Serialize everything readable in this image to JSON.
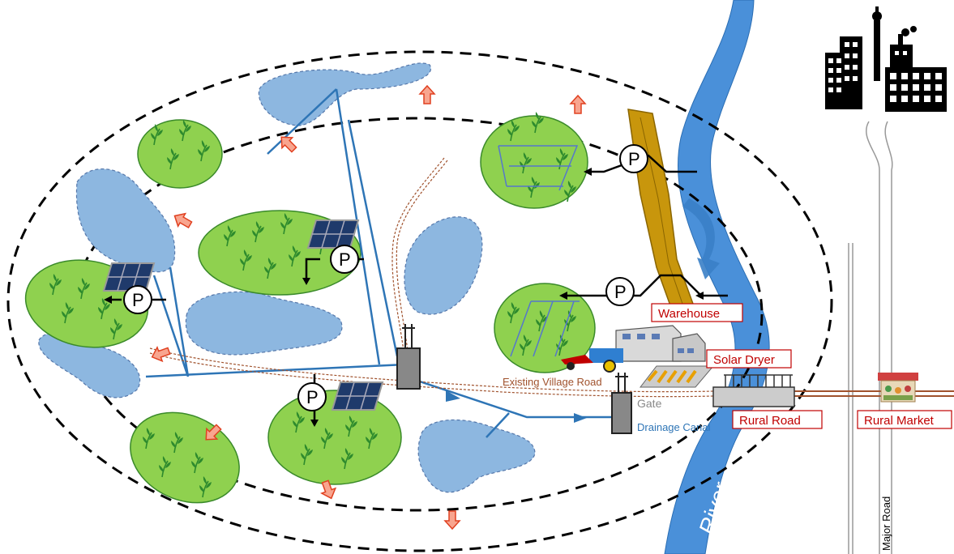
{
  "labels": {
    "warehouse": "Warehouse",
    "solar_dryer": "Solar Dryer",
    "existing_village_road": "Existing Village Road",
    "gate": "Gate",
    "drainage_canal": "Drainage Canal",
    "rural_road": "Rural Road",
    "rural_market": "Rural Market",
    "river": "River",
    "major_road": "Major Road",
    "pump_symbol": "P"
  },
  "colors": {
    "water": "#8db7e0",
    "field": "#8fd14f",
    "river": "#4a90d9",
    "canal": "#2e75b6",
    "label_red": "#c00000",
    "road_brown": "#a0522d",
    "embankment": "#c8960c",
    "arrow_fill": "#f8a58f",
    "arrow_stroke": "#e04020"
  },
  "icons": [
    "solar-panel-icon",
    "pump-icon",
    "sluice-gate-icon",
    "tractor-icon",
    "warehouse-building-icon",
    "city-buildings-icon",
    "market-stall-icon",
    "wheat-plant-icon"
  ]
}
